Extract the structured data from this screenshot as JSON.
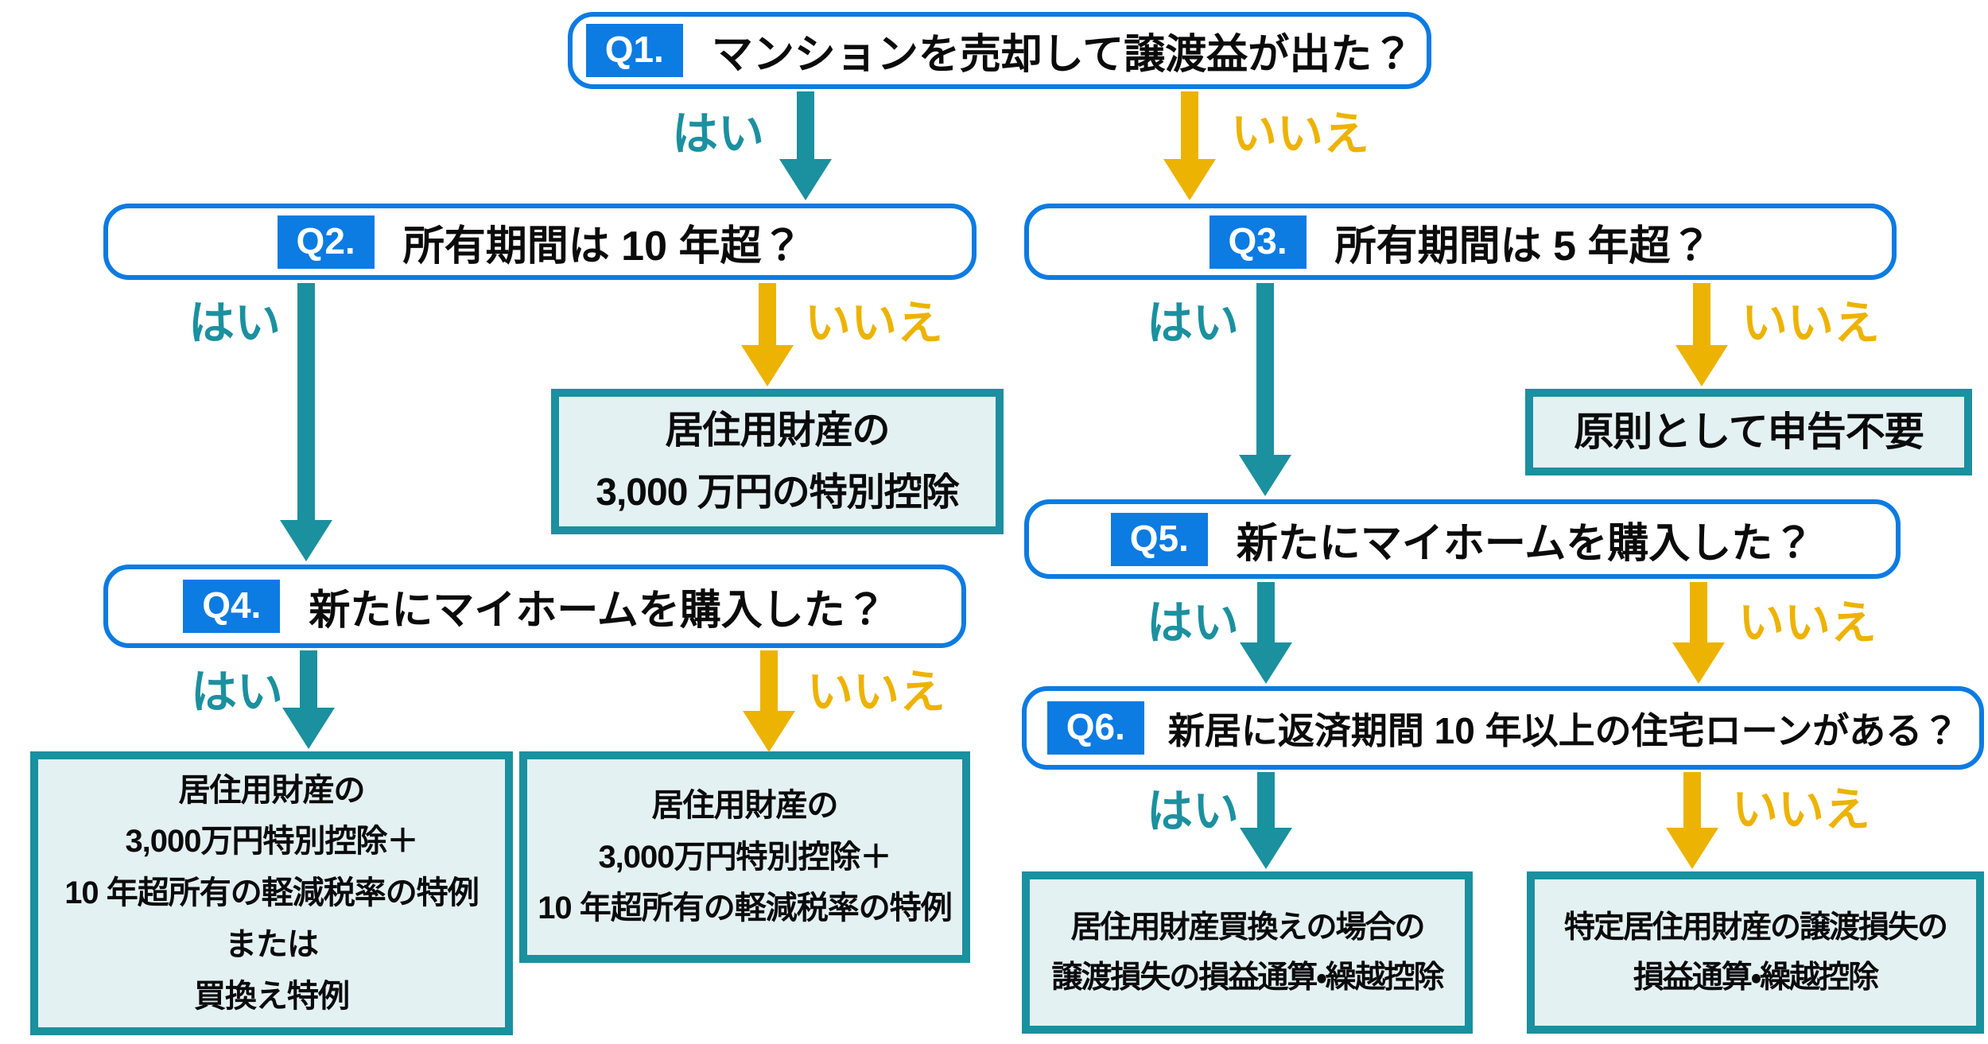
{
  "colors": {
    "blue": "#0c7be2",
    "teal": "#1b909f",
    "yellow": "#edb302",
    "fill": "#e4f1f3",
    "ink": "#0b0b0b"
  },
  "labels": {
    "yes": "はい",
    "no": "いいえ"
  },
  "questions": {
    "q1": {
      "badge": "Q1.",
      "text": "マンションを売却して譲渡益が出た？"
    },
    "q2": {
      "badge": "Q2.",
      "text": "所有期間は 10 年超？"
    },
    "q3": {
      "badge": "Q3.",
      "text": "所有期間は 5 年超？"
    },
    "q4": {
      "badge": "Q4.",
      "text": "新たにマイホームを購入した？"
    },
    "q5": {
      "badge": "Q5.",
      "text": "新たにマイホームを購入した？"
    },
    "q6": {
      "badge": "Q6.",
      "text": "新居に返済期間 10 年以上の住宅ローンがある？"
    }
  },
  "results": {
    "special_deduction": {
      "lines": [
        "居住用財産の",
        "3,000 万円の特別控除"
      ]
    },
    "no_filing_needed": {
      "lines": [
        "原則として申告不要"
      ]
    },
    "deduction_plus_rate_or_replacement": {
      "lines": [
        "居住用財産の",
        "3,000万円特別控除＋",
        "10 年超所有の軽減税率の特例",
        "または",
        "買換え特例"
      ]
    },
    "deduction_plus_rate": {
      "lines": [
        "居住用財産の",
        "3,000万円特別控除＋",
        "10 年超所有の軽減税率の特例"
      ]
    },
    "replacement_loss_offset": {
      "lines": [
        "居住用財産買換えの場合の",
        "譲渡損失の損益通算・繰越控除"
      ]
    },
    "specified_loss_offset": {
      "lines": [
        "特定居住用財産の譲渡損失の",
        "損益通算・繰越控除"
      ]
    }
  }
}
